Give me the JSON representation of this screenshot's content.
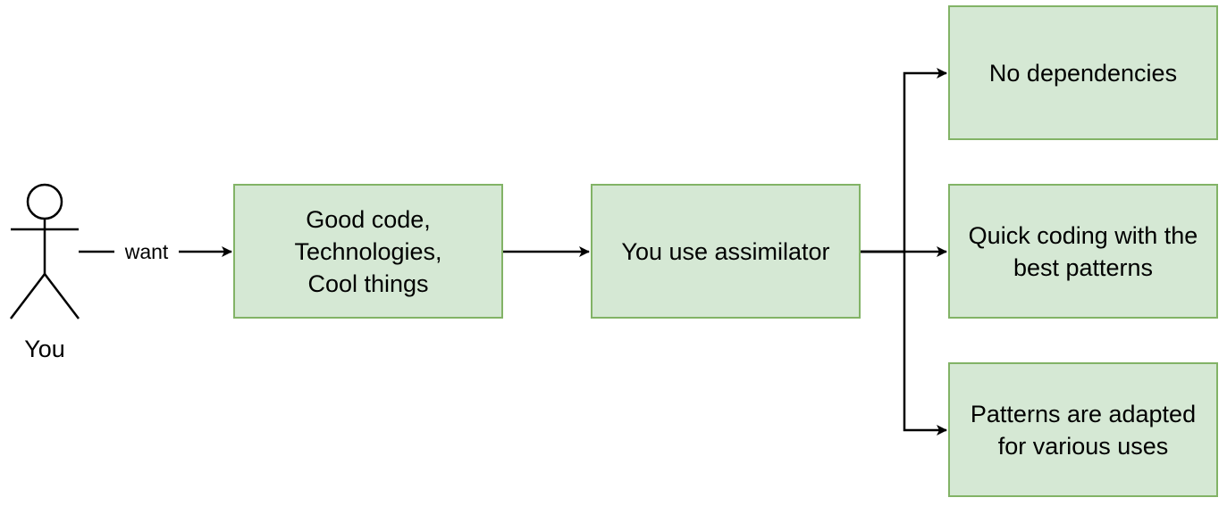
{
  "actor": {
    "label": "You"
  },
  "edges": {
    "actor_to_goals_label": "want"
  },
  "nodes": {
    "goals": [
      "Good code,",
      "Technologies,",
      "Cool things"
    ],
    "assimilator": "You use assimilator",
    "no_dependencies": "No dependencies",
    "quick_coding": [
      "Quick coding with the",
      "best patterns"
    ],
    "patterns_adapted": [
      "Patterns are adapted",
      "for various uses"
    ]
  },
  "colors": {
    "node_fill": "#d5e8d4",
    "node_stroke": "#82b366",
    "line": "#000000"
  }
}
